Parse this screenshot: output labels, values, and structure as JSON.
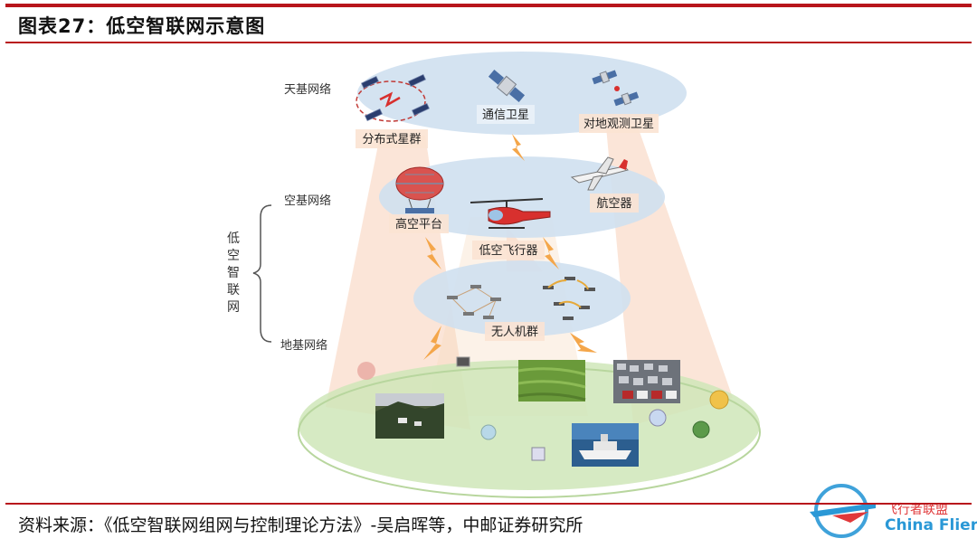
{
  "header": {
    "title": "图表27：低空智联网示意图"
  },
  "layers": {
    "space": "天基网络",
    "air": "空基网络",
    "ground": "地基网络"
  },
  "side_label": [
    "低",
    "空",
    "智",
    "联",
    "网"
  ],
  "nodes": {
    "distributed_constellation": "分布式星群",
    "comm_satellite": "通信卫星",
    "earth_observation_satellite": "对地观测卫星",
    "high_altitude_platform": "高空平台",
    "low_altitude_aircraft": "低空飞行器",
    "aircraft": "航空器",
    "drone_swarm": "无人机群"
  },
  "footer": {
    "source": "资料来源：《低空智联网组网与控制理论方法》-吴启晖等，中邮证券研究所"
  },
  "watermark": {
    "cn": "飞行者联盟",
    "en": "China Flier"
  },
  "colors": {
    "accent_red": "#b8151b",
    "layer_blue": "#cfe0ef",
    "ground_green": "#cfe6b8",
    "beam_orange": "#f6c6a8"
  }
}
